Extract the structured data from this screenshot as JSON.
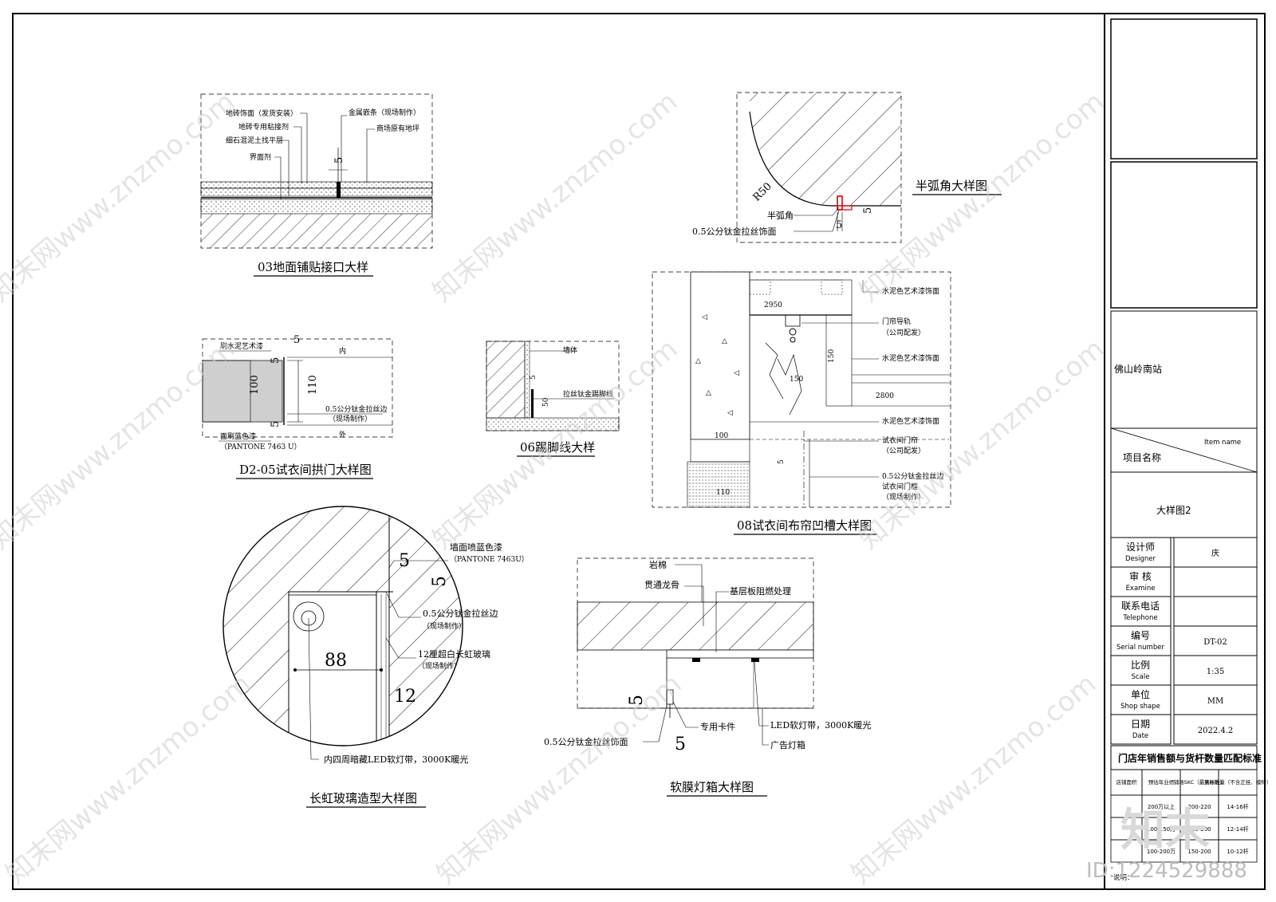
{
  "titles": {
    "floor": "03地面铺贴接口大样",
    "arc": "半弧角大样图",
    "arch": "D2-05试衣间拱门大样图",
    "skirt": "06踢脚线大样",
    "curtain": "08试衣间布帘凹槽大样图",
    "glass": "长虹玻璃造型大样图",
    "lightbox": "软膜灯箱大样图"
  },
  "floor": {
    "l1": "地砖饰面（发货安装）",
    "l2": "地砖专用粘接剂",
    "l3": "细石混泥土找平层",
    "l4": "界面剂",
    "r1": "金属嵌条（现场制作）",
    "r2": "商场原有地坪",
    "d1": "5"
  },
  "arc": {
    "r": "R50",
    "l1": "半弧角",
    "l2": "0.5公分钛金拉丝饰面",
    "d1": "5",
    "d2": "5"
  },
  "arch": {
    "t1": "刷水泥艺术漆",
    "t2": "0.5公分钛金拉丝边",
    "t3": "（现场制作）",
    "t4": "面刷蓝色漆",
    "t5": "（PANTONE 7463 U）",
    "inner": "内",
    "outer": "外",
    "d100": "100",
    "d110": "110",
    "d5a": "5",
    "d5b": "5",
    "d5c": "5"
  },
  "skirt": {
    "wall": "墙体",
    "line": "拉丝钛金踢脚线",
    "d5": "5",
    "d50": "50"
  },
  "curtain": {
    "l1": "水泥色艺术漆饰面",
    "l2": "门帘导轨",
    "l3": "（公司配发）",
    "l4": "水泥色艺术漆饰面",
    "l5": "水泥色艺术漆饰面",
    "l6": "试衣间门帘",
    "l7": "（公司配发）",
    "l8": "0.5公分钛金拉丝边",
    "l9": "试衣间门框",
    "l10": "（现场制作）",
    "d2950": "2950",
    "d2800": "2800",
    "d150a": "150",
    "d150b": "150",
    "d100": "100",
    "d110": "110",
    "d5": "5"
  },
  "glass": {
    "l1": "墙面喷蓝色漆",
    "l2": "（PANTONE 7463U）",
    "l3": "0.5公分钛金拉丝边",
    "l4": "（现场制作）",
    "l5": "12厘超白长虹玻璃",
    "l6": "（现场制作）",
    "l7": "内四周暗藏LED软灯带，3000K暖光",
    "d5a": "5",
    "d5b": "5",
    "d88": "88",
    "d12": "12"
  },
  "lightbox": {
    "l1": "岩棉",
    "l2": "贯通龙骨",
    "l3": "基层板阻燃处理",
    "l4": "0.5公分钛金拉丝饰面",
    "l5": "专用卡件",
    "l6": "LED软灯带，3000K暖光",
    "l7": "广告灯箱",
    "d5a": "5",
    "d5b": "5"
  },
  "titleblock": {
    "project": "佛山岭南站",
    "item_cn": "项目名称",
    "item_en": "Item name",
    "drawing": "大样图2",
    "rows": [
      {
        "cn": "设计师",
        "en": "Designer",
        "val": "庆"
      },
      {
        "cn": "审 核",
        "en": "Examine",
        "val": ""
      },
      {
        "cn": "联系电话",
        "en": "Telephone",
        "val": ""
      },
      {
        "cn": "编号",
        "en": "Serial number",
        "val": "DT-02"
      },
      {
        "cn": "比例",
        "en": "Scale",
        "val": "1:35"
      },
      {
        "cn": "单位",
        "en": "Shop shape",
        "val": "MM"
      },
      {
        "cn": "日期",
        "en": "Date",
        "val": "2022.4.2"
      }
    ],
    "std_title": "门店年销售额与货杆数量匹配标准",
    "std_headers": [
      "店铺面积",
      "预估年业绩",
      "铺场SKC（最高标准）",
      "货杆数量（不含正挂、模特）"
    ],
    "std_rows": [
      [
        "",
        "200万以上",
        "200-220",
        "14-16杆"
      ],
      [
        "",
        "100-150万",
        "180-200",
        "12-14杆"
      ],
      [
        "",
        "100-200万",
        "150-200",
        "10-12杆"
      ]
    ],
    "note": "说明："
  },
  "watermark": {
    "text": "知末网www.znzmo.com",
    "brand": "知末",
    "id": "ID:1224529888"
  }
}
